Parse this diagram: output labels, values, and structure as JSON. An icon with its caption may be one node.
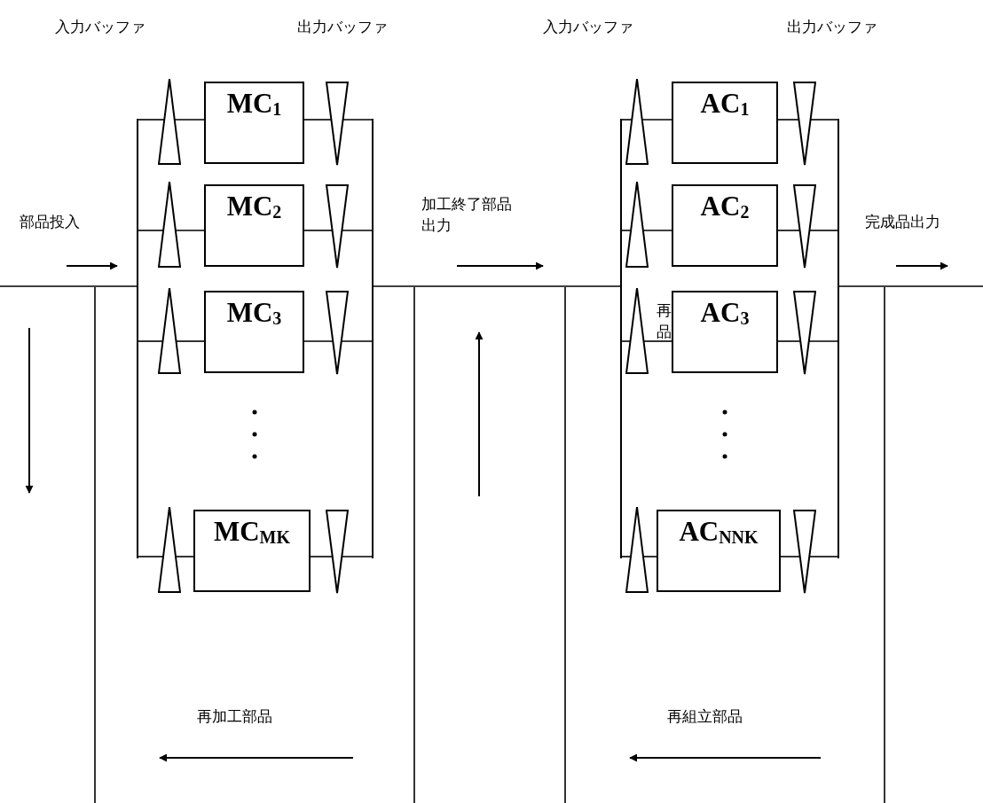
{
  "diagram": {
    "nodes": [
      {
        "text": [],
        "shape": "triangle"
      },
      {
        "text": [
          "MC$_{1}$"
        ]
      },
      {
        "text": [],
        "shape": "triangle"
      },
      {
        "text": [],
        "shape": "triangle"
      },
      {
        "text": [
          "AC$_{1}$"
        ]
      },
      {
        "text": [],
        "shape": "triangle"
      },
      {
        "text": [],
        "shape": "triangle"
      },
      {
        "text": [
          "MC$_{2}$"
        ]
      },
      {
        "text": [],
        "shape": "triangle"
      },
      {
        "text": [],
        "shape": "triangle"
      },
      {
        "text": [
          "AC$_{2}$"
        ]
      },
      {
        "text": [],
        "shape": "triangle"
      },
      {
        "text": [],
        "shape": "triangle"
      },
      {
        "text": [
          "MC$_{3}$"
        ]
      },
      {
        "text": [],
        "shape": "triangle"
      },
      {
        "text": [],
        "shape": "triangle"
      },
      {
        "text": [
          "AC$_{3}$"
        ]
      },
      {
        "text": [],
        "shape": "triangle"
      },
      {
        "text": [],
        "shape": "triangle"
      },
      {
        "text": [
          "MC$_{MK}$"
        ]
      },
      {
        "text": [],
        "shape": "triangle"
      },
      {
        "text": [],
        "shape": "triangle"
      },
      {
        "text": [
          "AC$_{NNK}$"
        ]
      },
      {
        "text": [],
        "shape": "triangle"
      },
      {
        "text": [],
        "shape": "bar"
      },
      {
        "text": [],
        "shape": "bar"
      },
      {
        "text": [],
        "shape": "bar"
      },
      {
        "text": [],
        "shape": "bar"
      }
    ],
    "edges": [
      {
        "from": null,
        "to": 24,
        "arrow": "none"
      },
      {
        "from": 24,
        "to": 0,
        "arrow": "none"
      },
      {
        "from": 0,
        "to": 1,
        "arrow": "none"
      },
      {
        "from": 1,
        "to": 2,
        "arrow": "none"
      },
      {
        "from": 2,
        "to": 25,
        "arrow": "none"
      },
      {
        "from": 24,
        "to": 6,
        "arrow": "none"
      },
      {
        "from": 6,
        "to": 7,
        "arrow": "none"
      },
      {
        "from": 7,
        "to": 8,
        "arrow": "none"
      },
      {
        "from": 8,
        "to": 25,
        "arrow": "none"
      },
      {
        "from": 24,
        "to": 12,
        "arrow": "none"
      },
      {
        "from": 12,
        "to": 13,
        "arrow": "none"
      },
      {
        "from": 13,
        "to": 14,
        "arrow": "none"
      },
      {
        "from": 14,
        "to": 25,
        "arrow": "none"
      },
      {
        "from": 24,
        "to": 18,
        "arrow": "none"
      },
      {
        "from": 18,
        "to": 19,
        "arrow": "none"
      },
      {
        "from": 19,
        "to": 20,
        "arrow": "none"
      },
      {
        "from": 20,
        "to": 25,
        "arrow": "none"
      },
      {
        "from": 25,
        "to": 26,
        "arrow": "none"
      },
      {
        "from": 26,
        "to": 3,
        "arrow": "none"
      },
      {
        "from": 3,
        "to": 4,
        "arrow": "none"
      },
      {
        "from": 4,
        "to": 5,
        "arrow": "none"
      },
      {
        "from": 5,
        "to": 27,
        "arrow": "none"
      },
      {
        "from": 26,
        "to": 9,
        "arrow": "none"
      },
      {
        "from": 9,
        "to": 10,
        "arrow": "none"
      },
      {
        "from": 10,
        "to": 11,
        "arrow": "none"
      },
      {
        "from": 11,
        "to": 27,
        "arrow": "none"
      },
      {
        "from": 26,
        "to": 15,
        "arrow": "none"
      },
      {
        "from": 15,
        "to": 16,
        "arrow": "none"
      },
      {
        "from": 16,
        "to": 17,
        "arrow": "none"
      },
      {
        "from": 17,
        "to": 27,
        "arrow": "none"
      },
      {
        "from": 26,
        "to": 21,
        "arrow": "none"
      },
      {
        "from": 21,
        "to": 22,
        "arrow": "none"
      },
      {
        "from": 22,
        "to": 23,
        "arrow": "none"
      },
      {
        "from": 23,
        "to": 27,
        "arrow": "none"
      },
      {
        "from": 27,
        "to": null,
        "arrow": "none"
      }
    ],
    "labels": [
      "入力バッファ",
      "出力バッファ",
      "入力バッファ",
      "出力バッファ",
      "部品投入",
      "加工終了部品出力",
      "完成品出力",
      "再品",
      "再加工部品",
      "再組立部品"
    ]
  }
}
